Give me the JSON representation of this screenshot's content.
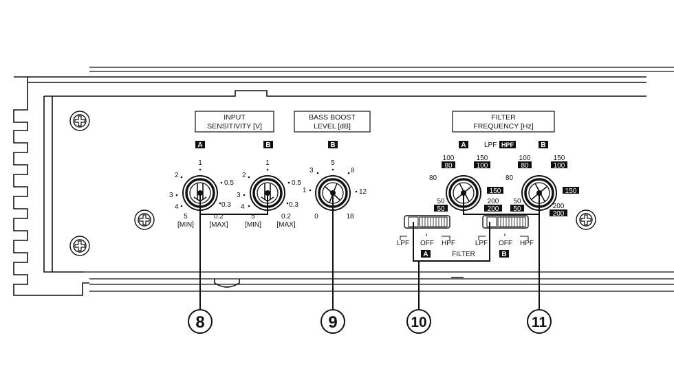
{
  "panel": {
    "input_sensitivity": {
      "title_line1": "INPUT",
      "title_line2": "SENSITIVITY [V]",
      "badge_a": "A",
      "badge_b": "B",
      "scale": {
        "top": "1",
        "upper_left": "2",
        "left": "3",
        "lower_left": "4",
        "right_top": "0.5",
        "right_low": "0.3",
        "min_value": "5",
        "min_label": "[MIN]",
        "max_value": "0.2",
        "max_label": "[MAX]"
      }
    },
    "bass_boost": {
      "title_line1": "BASS BOOST",
      "title_line2": "LEVEL [dB]",
      "badge_b": "B",
      "scale": {
        "top": "5",
        "upper_left": "3",
        "left": "1",
        "upper_right": "8",
        "right": "12",
        "bottom_left": "0",
        "bottom_right": "18"
      }
    },
    "filter_frequency": {
      "title_line1": "FILTER",
      "title_line2": "FREQUENCY [Hz]",
      "badge_a": "A",
      "badge_b": "B",
      "mode_lpf": "LPF",
      "mode_hpf": "HPF",
      "scale": {
        "top_left_lpf": "100",
        "top_left_hpf": "80",
        "top_right_lpf": "150",
        "top_right_hpf": "100",
        "left": "80",
        "right_hpf": "150",
        "bottom_left_lpf": "50",
        "bottom_left_hpf": "50",
        "bottom_right_lpf": "200",
        "bottom_right_hpf": "200"
      }
    },
    "filter_switch": {
      "options": [
        "LPF",
        "OFF",
        "HPF"
      ],
      "title": "FILTER",
      "badge_a": "A",
      "badge_b": "B"
    }
  },
  "callouts": [
    "8",
    "9",
    "10",
    "11"
  ]
}
